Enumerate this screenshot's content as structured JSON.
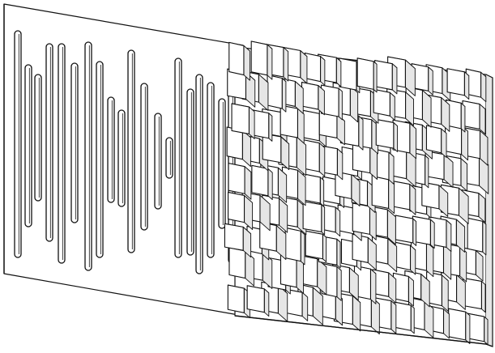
{
  "diagram": {
    "colors": {
      "background": "#ffffff",
      "stroke": "#111111",
      "face_front": "#ffffff",
      "face_top": "#f4f4f4",
      "face_side": "#e6e6e6"
    },
    "panels": [
      {
        "kind": "slotted-absorber-panel",
        "slot_count": 20
      },
      {
        "kind": "block-diffuser-panel",
        "columns": 14,
        "rows": 9
      }
    ]
  }
}
